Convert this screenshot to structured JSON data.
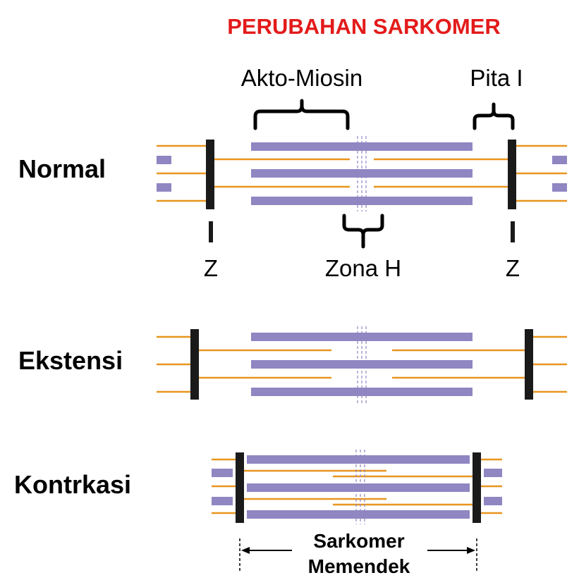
{
  "title": "PERUBAHAN SARKOMER",
  "colors": {
    "title": "#e31b1b",
    "myosin": "#8f86c2",
    "actin": "#e8951f",
    "z_line": "#1a1a1a",
    "bracket": "#000000"
  },
  "rows": [
    {
      "id": "normal",
      "label": "Normal"
    },
    {
      "id": "ekstensi",
      "label": "Ekstensi"
    },
    {
      "id": "kontraksi",
      "label": "Kontrkasi"
    }
  ],
  "annotations": {
    "akto_miosin": "Akto-Miosin",
    "pita_i": "Pita I",
    "z_left": "Z",
    "zona_h": "Zona H",
    "z_right": "Z",
    "sarkomer_line1": "Sarkomer",
    "sarkomer_line2": "Memendek"
  }
}
